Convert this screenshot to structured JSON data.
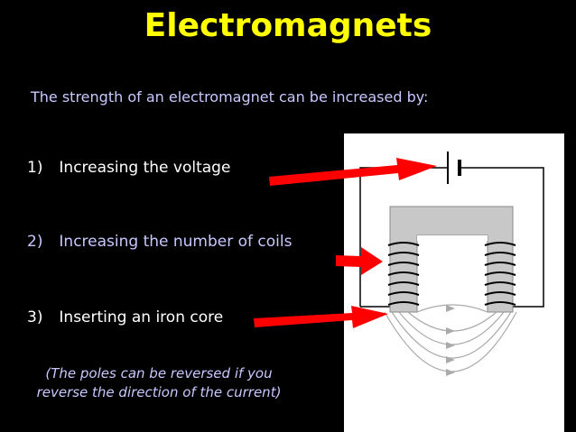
{
  "slide": {
    "title": "Electromagnets",
    "subtitle": "The strength of an electromagnet can be increased by:",
    "points": [
      {
        "number": "1)",
        "text": "Increasing the voltage"
      },
      {
        "number": "2)",
        "text": "Increasing the number of coils"
      },
      {
        "number": "3)",
        "text": "Inserting an iron core"
      }
    ],
    "note_line1": "(The poles can be reversed if you",
    "note_line2": "reverse the direction of the current)"
  },
  "colors": {
    "background": "#000000",
    "title": "#ffff00",
    "subtitle": "#c8c8ff",
    "arrow": "#ff0000",
    "core": "#c8c8c8"
  },
  "icons": [
    "battery-icon",
    "coil-icon",
    "iron-core-icon",
    "field-line-icon",
    "arrow-icon"
  ]
}
